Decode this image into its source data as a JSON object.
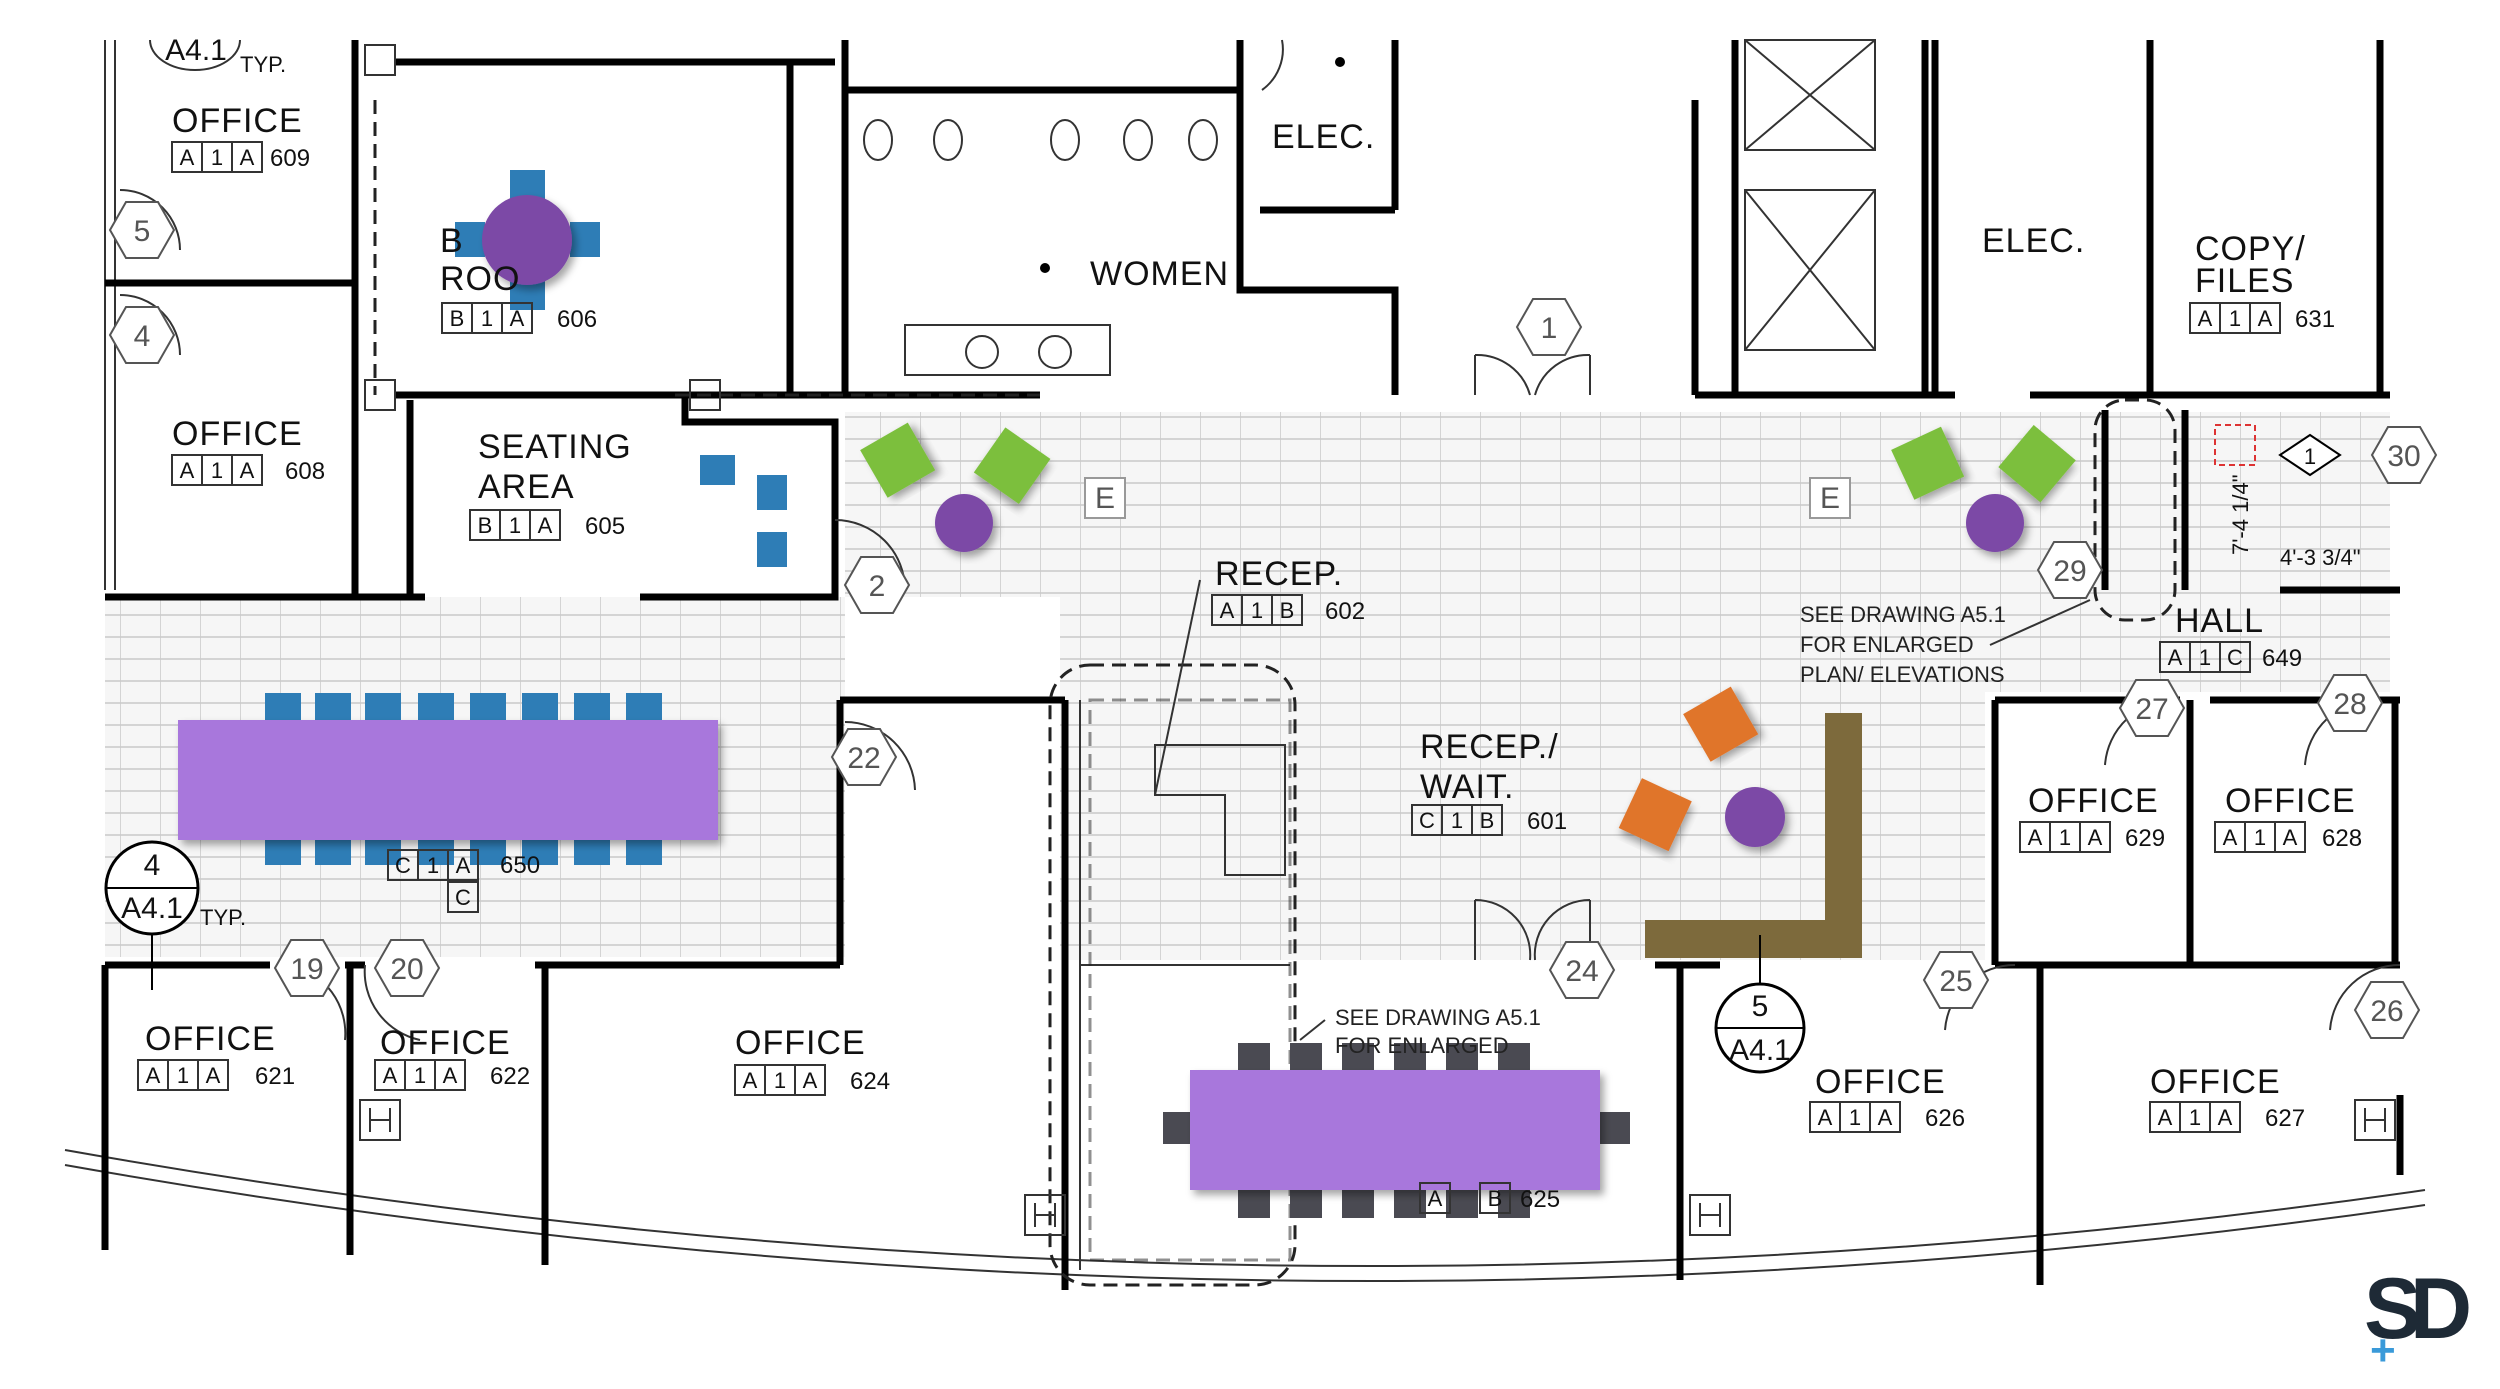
{
  "rooms": {
    "office_609": {
      "name": "OFFICE",
      "code": [
        "A",
        "1",
        "A"
      ],
      "number": "609"
    },
    "break_606": {
      "name1": "B",
      "name2": "ROO",
      "code": [
        "B",
        "1",
        "A"
      ],
      "number": "606"
    },
    "office_608": {
      "name": "OFFICE",
      "code": [
        "A",
        "1",
        "A"
      ],
      "number": "608"
    },
    "seating_605": {
      "name1": "SEATING",
      "name2": "AREA",
      "code": [
        "B",
        "1",
        "A"
      ],
      "number": "605"
    },
    "women": {
      "name": "WOMEN"
    },
    "elec_left": {
      "name": "ELEC."
    },
    "elec_right": {
      "name": "ELEC."
    },
    "copy_631": {
      "name1": "COPY/",
      "name2": "FILES",
      "code": [
        "A",
        "1",
        "A"
      ],
      "number": "631"
    },
    "recep_602": {
      "name": "RECEP.",
      "code": [
        "A",
        "1",
        "B"
      ],
      "number": "602"
    },
    "wait_601": {
      "name1": "RECEP./",
      "name2": "WAIT.",
      "code": [
        "C",
        "1",
        "B"
      ],
      "number": "601"
    },
    "hall_649": {
      "name": "HALL",
      "code": [
        "A",
        "1",
        "C"
      ],
      "number": "649"
    },
    "office_629": {
      "name": "OFFICE",
      "code": [
        "A",
        "1",
        "A"
      ],
      "number": "629"
    },
    "office_628": {
      "name": "OFFICE",
      "code": [
        "A",
        "1",
        "A"
      ],
      "number": "628"
    },
    "conf_650": {
      "code": [
        "C",
        "1",
        "A"
      ],
      "extra": "C",
      "number": "650"
    },
    "office_621": {
      "name": "OFFICE",
      "code": [
        "A",
        "1",
        "A"
      ],
      "number": "621"
    },
    "office_622": {
      "name": "OFFICE",
      "code": [
        "A",
        "1",
        "A"
      ],
      "number": "622"
    },
    "office_624": {
      "name": "OFFICE",
      "code": [
        "A",
        "1",
        "A"
      ],
      "number": "624"
    },
    "conf_625": {
      "code": [
        "A",
        "B"
      ],
      "number": "625"
    },
    "office_626": {
      "name": "OFFICE",
      "code": [
        "A",
        "1",
        "A"
      ],
      "number": "626"
    },
    "office_627": {
      "name": "OFFICE",
      "code": [
        "A",
        "1",
        "A"
      ],
      "number": "627"
    }
  },
  "door_tags": [
    "5",
    "4",
    "1",
    "2",
    "22",
    "19",
    "20",
    "24",
    "25",
    "26",
    "27",
    "28",
    "29",
    "30"
  ],
  "sections": {
    "top": {
      "num": "",
      "sheet": "A4.1",
      "suffix": "TYP."
    },
    "left": {
      "num": "4",
      "sheet": "A4.1",
      "suffix": "TYP."
    },
    "right": {
      "num": "5",
      "sheet": "A4.1"
    }
  },
  "notes": {
    "right_l1": "SEE DRAWING A5.1",
    "right_l2": "FOR ENLARGED",
    "right_l3": "PLAN/ ELEVATIONS",
    "center_l1": "SEE DRAWING A5.1",
    "center_l2": "FOR ENLARGED",
    "dim_vertical": "7'-4 1/4\"",
    "dim_horizontal": "4'-3 3/4\"",
    "elevation_e": "E",
    "diamond_tag": "1"
  },
  "logo": {
    "letter1": "S",
    "letter2": "D",
    "plus": "+"
  },
  "colors": {
    "purple": "#7b4aa6",
    "purple_light": "#a877dc",
    "blue": "#2e7db6",
    "green": "#7cbf3c",
    "orange": "#e0752a",
    "gray": "#4a4a52",
    "brown": "#7d6a3c"
  }
}
